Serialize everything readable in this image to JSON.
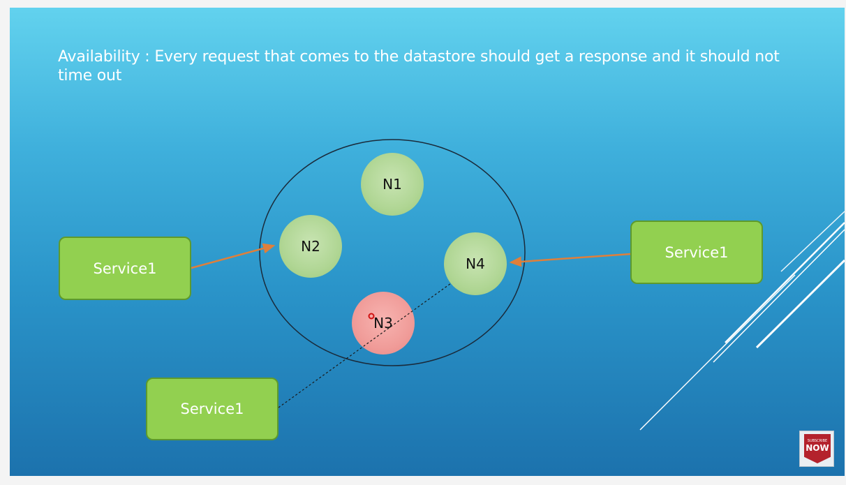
{
  "slide": {
    "title": "Availability : Every request that comes to the datastore should get a response and it should not time out"
  },
  "nodes": [
    {
      "id": "n1",
      "label": "N1",
      "status": "up"
    },
    {
      "id": "n2",
      "label": "N2",
      "status": "up"
    },
    {
      "id": "n3",
      "label": "N3",
      "status": "down"
    },
    {
      "id": "n4",
      "label": "N4",
      "status": "up"
    }
  ],
  "services": [
    {
      "label": "Service1",
      "connects_to": "N2",
      "link": "solid-arrow"
    },
    {
      "label": "Service1",
      "connects_to": "N4",
      "link": "solid-arrow"
    },
    {
      "label": "Service1",
      "connects_to": "N4",
      "link": "dashed"
    }
  ],
  "badge": {
    "top_text": "SUBSCRIBE",
    "main_text": "NOW"
  },
  "colors": {
    "service_fill": "#92d050",
    "node_up": "#b0d694",
    "node_down": "#f09c99",
    "link_arrow": "#e07f3a",
    "cluster_border": "#1a2a3a",
    "badge": "#b4222c"
  }
}
